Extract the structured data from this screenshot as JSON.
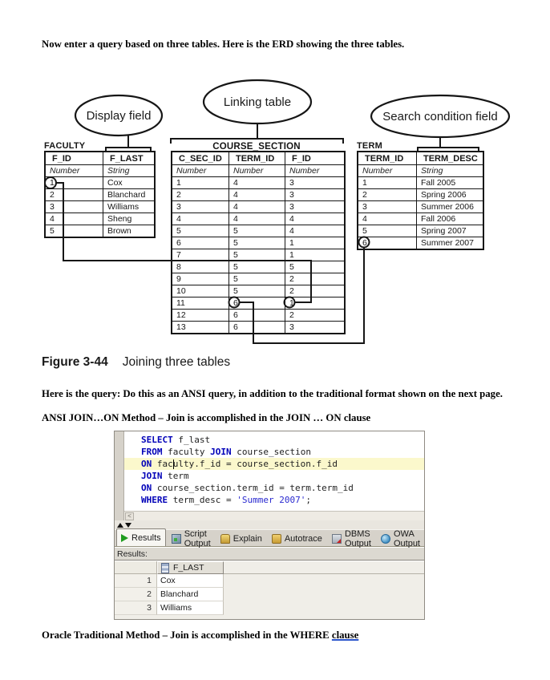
{
  "page": {
    "intro": "Now enter a query based on three tables.  Here is the ERD showing the three tables.",
    "figure_label": "Figure 3-44",
    "figure_caption": "Joining three tables",
    "query_note": "Here is the query: Do this as an ANSI query, in addition to the traditional format shown on the next page.",
    "ansi_heading": "ANSI JOIN…ON Method – Join is accomplished in the JOIN … ON clause",
    "traditional_prefix": "Oracle Traditional Method – Join is accomplished in the WHERE ",
    "traditional_link": "clause"
  },
  "diagram": {
    "callouts": [
      {
        "label": "Display field"
      },
      {
        "label": "Linking table"
      },
      {
        "label": "Search condition field"
      }
    ],
    "faculty": {
      "name": "FACULTY",
      "columns": [
        "F_ID",
        "F_LAST"
      ],
      "types": [
        "Number",
        "String"
      ],
      "rows": [
        [
          "1",
          "Cox"
        ],
        [
          "2",
          "Blanchard"
        ],
        [
          "3",
          "Williams"
        ],
        [
          "4",
          "Sheng"
        ],
        [
          "5",
          "Brown"
        ]
      ]
    },
    "course_section": {
      "name": "COURSE_SECTION",
      "columns": [
        "C_SEC_ID",
        "TERM_ID",
        "F_ID"
      ],
      "types": [
        "Number",
        "Number",
        "Number"
      ],
      "rows": [
        [
          "1",
          "4",
          "3"
        ],
        [
          "2",
          "4",
          "3"
        ],
        [
          "3",
          "4",
          "3"
        ],
        [
          "4",
          "4",
          "4"
        ],
        [
          "5",
          "5",
          "4"
        ],
        [
          "6",
          "5",
          "1"
        ],
        [
          "7",
          "5",
          "1"
        ],
        [
          "8",
          "5",
          "5"
        ],
        [
          "9",
          "5",
          "2"
        ],
        [
          "10",
          "5",
          "2"
        ],
        [
          "11",
          "6",
          "1"
        ],
        [
          "12",
          "6",
          "2"
        ],
        [
          "13",
          "6",
          "3"
        ]
      ]
    },
    "term": {
      "name": "TERM",
      "columns": [
        "TERM_ID",
        "TERM_DESC"
      ],
      "types": [
        "Number",
        "String"
      ],
      "rows": [
        [
          "1",
          "Fall 2005"
        ],
        [
          "2",
          "Spring 2006"
        ],
        [
          "3",
          "Summer 2006"
        ],
        [
          "4",
          "Fall 2006"
        ],
        [
          "5",
          "Spring 2007"
        ],
        [
          "6",
          "Summer 2007"
        ]
      ]
    }
  },
  "sql_editor": {
    "lines": [
      "SELECT f_last",
      "FROM faculty JOIN course_section",
      "ON faculty.f_id = course_section.f_id",
      "JOIN term",
      "ON course_section.term_id = term.term_id",
      "WHERE term_desc = 'Summer 2007';"
    ],
    "keywords": [
      "SELECT",
      "FROM",
      "JOIN",
      "ON",
      "WHERE"
    ],
    "highlight_line": 2,
    "caret": {
      "line": 2,
      "col": 6
    },
    "scroll_left_glyph": "<",
    "tabs": [
      {
        "label": "Results",
        "icon": "run",
        "active": true
      },
      {
        "label": "Script Output",
        "icon": "script",
        "active": false
      },
      {
        "label": "Explain",
        "icon": "explain",
        "active": false
      },
      {
        "label": "Autotrace",
        "icon": "autotrace",
        "active": false
      },
      {
        "label": "DBMS Output",
        "icon": "dbms",
        "active": false
      },
      {
        "label": "OWA Output",
        "icon": "owa",
        "active": false
      }
    ],
    "results_label": "Results:",
    "grid": {
      "column": "F_LAST",
      "rows": [
        "Cox",
        "Blanchard",
        "Williams"
      ]
    }
  }
}
